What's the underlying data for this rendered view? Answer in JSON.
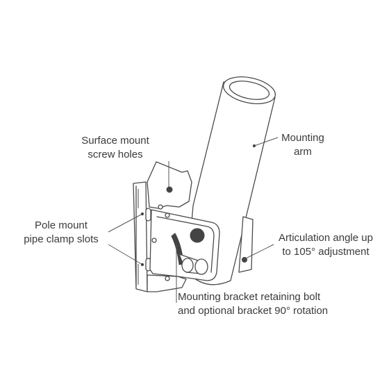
{
  "labels": {
    "surface_mount": [
      "Surface mount",
      "screw holes"
    ],
    "mounting_arm": [
      "Mounting",
      "arm"
    ],
    "pole_mount": [
      "Pole mount",
      "pipe clamp slots"
    ],
    "articulation": [
      "Articulation angle up",
      "to 105° adjustment"
    ],
    "retaining_bolt": [
      "Mounting bracket retaining bolt",
      "and optional bracket 90° rotation"
    ]
  }
}
